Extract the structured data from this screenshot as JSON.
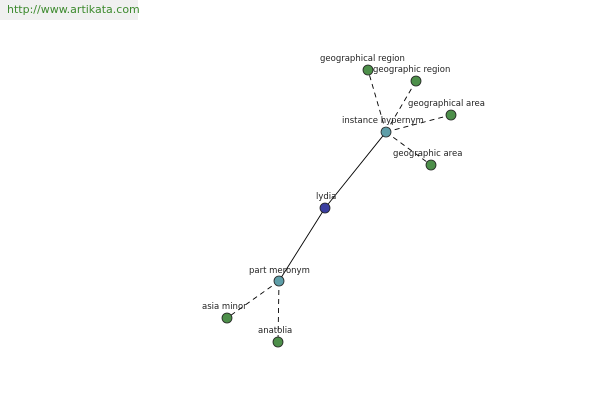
{
  "watermark": "http://www.artikata.com",
  "colors": {
    "center": "#3a3ea0",
    "relation": "#5f9ea8",
    "leaf": "#4d8f4a"
  },
  "nodes": [
    {
      "id": "lydia",
      "label": "lydia",
      "kind": "center"
    },
    {
      "id": "instance-hypernym",
      "label": "instance hypernym",
      "kind": "relation"
    },
    {
      "id": "part-meronym",
      "label": "part meronym",
      "kind": "relation"
    },
    {
      "id": "geographical-region",
      "label": "geographical region",
      "kind": "leaf"
    },
    {
      "id": "geographic-region",
      "label": "geographic region",
      "kind": "leaf"
    },
    {
      "id": "geographical-area",
      "label": "geographical area",
      "kind": "leaf"
    },
    {
      "id": "geographic-area",
      "label": "geographic area",
      "kind": "leaf"
    },
    {
      "id": "asia-minor",
      "label": "asia minor",
      "kind": "leaf"
    },
    {
      "id": "anatolia",
      "label": "anatolia",
      "kind": "leaf"
    }
  ],
  "edges": [
    {
      "from": "lydia",
      "to": "instance-hypernym",
      "style": "solid"
    },
    {
      "from": "lydia",
      "to": "part-meronym",
      "style": "solid"
    },
    {
      "from": "instance-hypernym",
      "to": "geographical-region",
      "style": "dashed"
    },
    {
      "from": "instance-hypernym",
      "to": "geographic-region",
      "style": "dashed"
    },
    {
      "from": "instance-hypernym",
      "to": "geographical-area",
      "style": "dashed"
    },
    {
      "from": "instance-hypernym",
      "to": "geographic-area",
      "style": "dashed"
    },
    {
      "from": "part-meronym",
      "to": "asia-minor",
      "style": "dashed"
    },
    {
      "from": "part-meronym",
      "to": "anatolia",
      "style": "dashed"
    }
  ]
}
